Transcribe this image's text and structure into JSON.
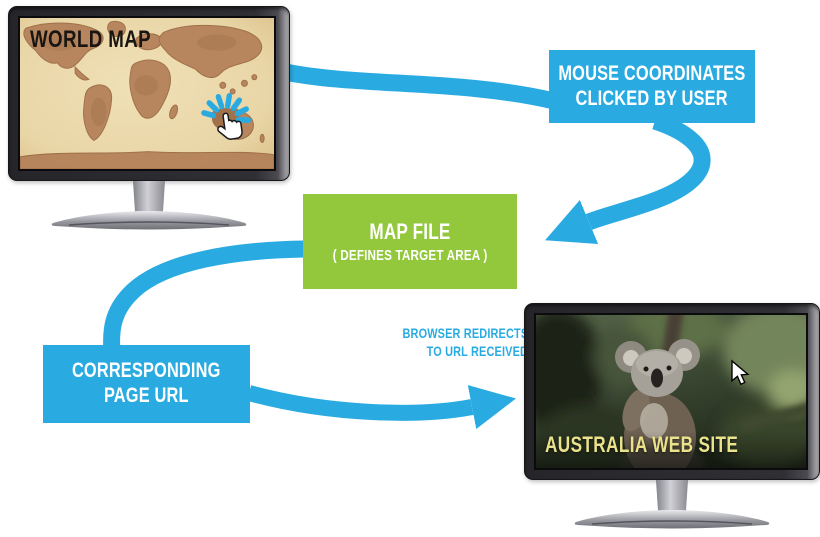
{
  "diagram": {
    "monitor_world_map": {
      "screen_title": "WORLD MAP"
    },
    "box_mouse_coordinates": {
      "line1": "MOUSE COORDINATES",
      "line2": "CLICKED BY USER"
    },
    "box_map_file": {
      "line1": "MAP FILE",
      "line2": "( DEFINES TARGET AREA )"
    },
    "box_corresponding_url": {
      "line1": "CORRESPONDING",
      "line2": "PAGE URL"
    },
    "note_browser_redirect": {
      "line1": "BROWSER REDIRECTS",
      "line2": "TO URL RECEIVED"
    },
    "monitor_australia": {
      "screen_title": "AUSTRALIA WEB SITE"
    },
    "icons": {
      "click_burst": "click-burst-icon",
      "hand_cursor": "hand-cursor-icon",
      "arrow_cursor": "arrow-cursor-icon"
    },
    "colors": {
      "arrow_blue": "#29abe2",
      "box_blue": "#29abe2",
      "box_green": "#93c83d",
      "map_parchment": "#e9d6a7",
      "map_land": "#b5825a",
      "world_map_title": "#181512",
      "australia_title": "#eae38b",
      "box_text": "#ffffff"
    }
  }
}
